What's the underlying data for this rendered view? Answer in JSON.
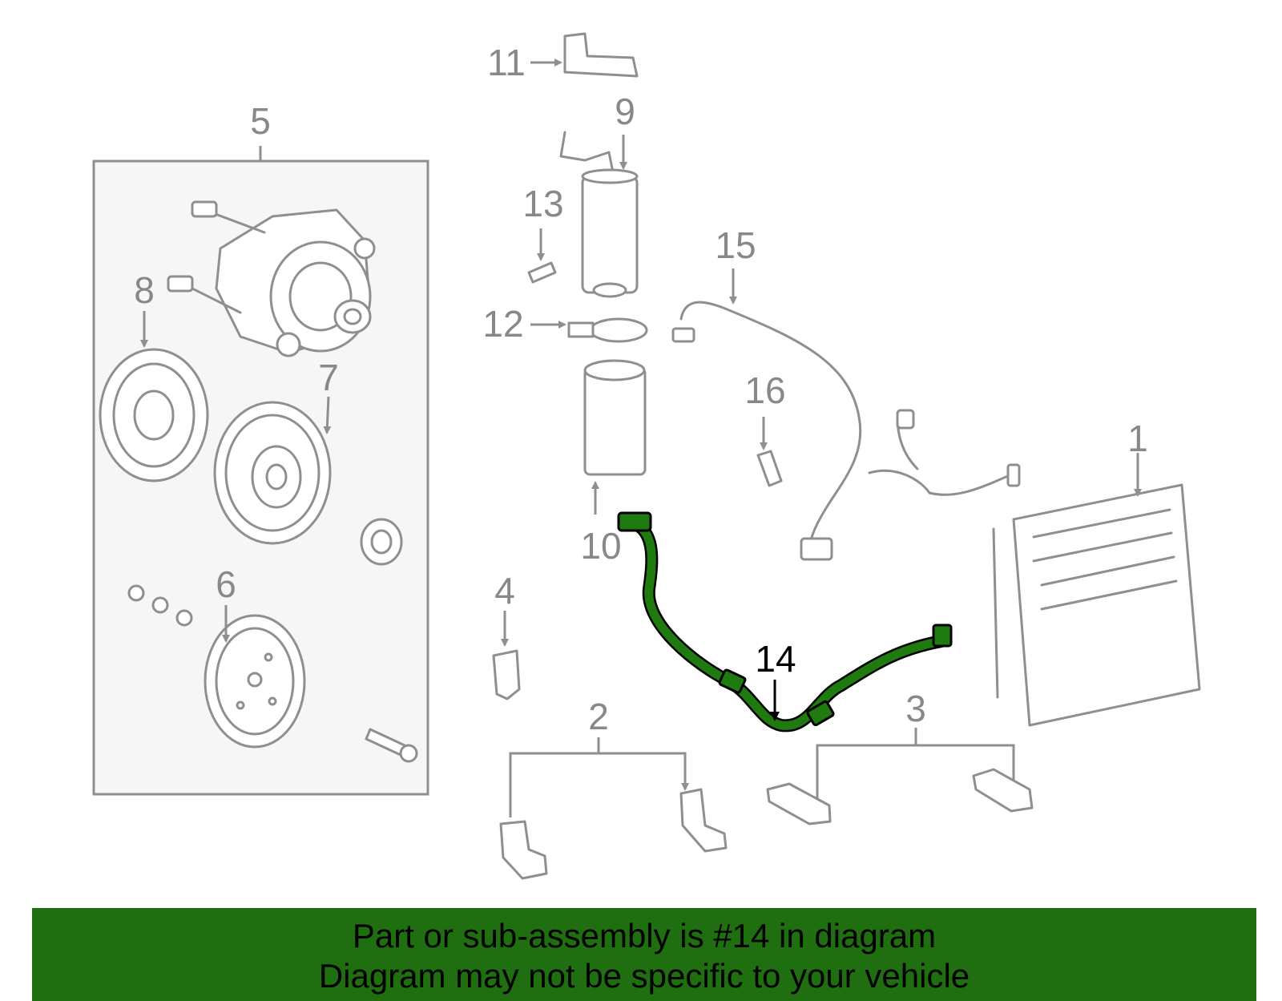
{
  "callouts": [
    "1",
    "2",
    "3",
    "4",
    "5",
    "6",
    "7",
    "8",
    "9",
    "10",
    "11",
    "12",
    "13",
    "14",
    "15",
    "16"
  ],
  "highlighted_part": "14",
  "colors": {
    "highlight": "#1f7a0f",
    "banner": "#1f6e10",
    "line_art": "#8f8f8f"
  },
  "banner": {
    "line1": "Part or sub-assembly is #14 in diagram",
    "line2": "Diagram may not be specific to your vehicle"
  }
}
